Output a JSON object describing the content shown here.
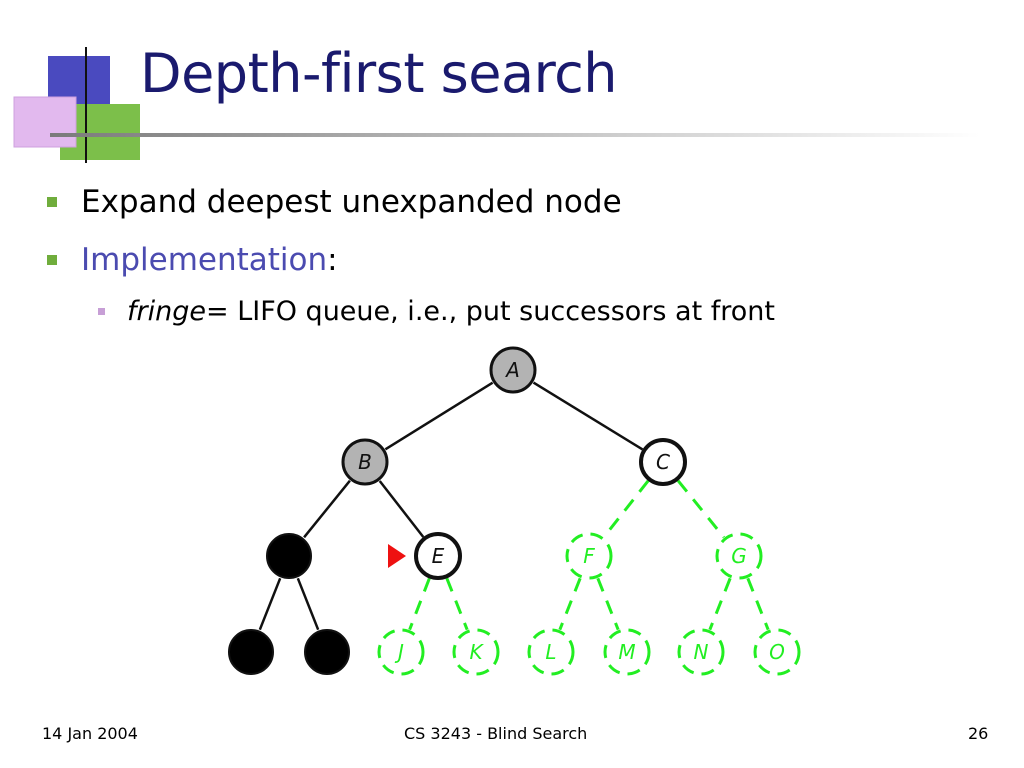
{
  "slide": {
    "title": "Depth-first search",
    "bullets": {
      "first": "Expand deepest unexpanded node",
      "second_link": "Implementation",
      "second_suffix": ":",
      "sub_italic": "fringe",
      "sub_rest": " = LIFO queue, i.e., put successors at front"
    }
  },
  "tree": {
    "nodes": [
      {
        "id": "A",
        "label": "A",
        "state": "expanded"
      },
      {
        "id": "B",
        "label": "B",
        "state": "expanded"
      },
      {
        "id": "C",
        "label": "C",
        "state": "fringe"
      },
      {
        "id": "D",
        "label": "",
        "state": "removed"
      },
      {
        "id": "E",
        "label": "E",
        "state": "fringe"
      },
      {
        "id": "F",
        "label": "F",
        "state": "unexplored"
      },
      {
        "id": "G",
        "label": "G",
        "state": "unexplored"
      },
      {
        "id": "H",
        "label": "",
        "state": "removed"
      },
      {
        "id": "I",
        "label": "",
        "state": "removed"
      },
      {
        "id": "J",
        "label": "J",
        "state": "unexplored"
      },
      {
        "id": "K",
        "label": "K",
        "state": "unexplored"
      },
      {
        "id": "L",
        "label": "L",
        "state": "unexplored"
      },
      {
        "id": "M",
        "label": "M",
        "state": "unexplored"
      },
      {
        "id": "N",
        "label": "N",
        "state": "unexplored"
      },
      {
        "id": "O",
        "label": "O",
        "state": "unexplored"
      }
    ],
    "edges": [
      [
        "A",
        "B"
      ],
      [
        "A",
        "C"
      ],
      [
        "B",
        "D"
      ],
      [
        "B",
        "E"
      ],
      [
        "C",
        "F"
      ],
      [
        "C",
        "G"
      ],
      [
        "D",
        "H"
      ],
      [
        "D",
        "I"
      ],
      [
        "E",
        "J"
      ],
      [
        "E",
        "K"
      ],
      [
        "F",
        "L"
      ],
      [
        "F",
        "M"
      ],
      [
        "G",
        "N"
      ],
      [
        "G",
        "O"
      ]
    ],
    "current_marker_node": "E",
    "colors": {
      "expanded": "#b3b3b3",
      "unexplored": "#22ee22",
      "removed": "#000000",
      "marker": "#ee1111"
    }
  },
  "footer": {
    "date": "14 Jan 2004",
    "course": "CS 3243 - Blind Search",
    "page": "26"
  }
}
